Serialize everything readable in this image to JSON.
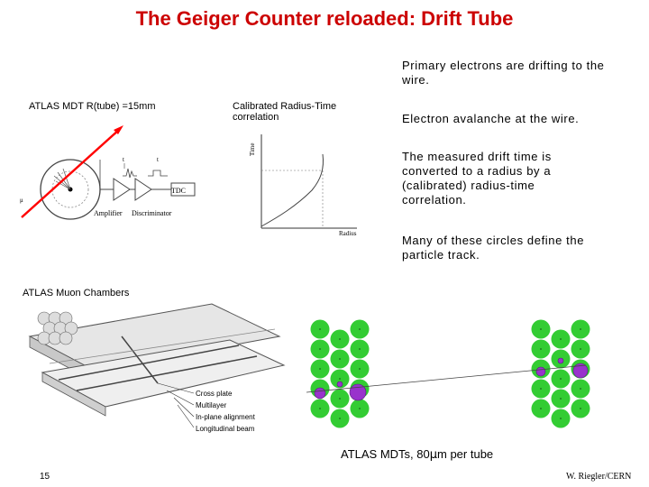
{
  "slide": {
    "title": "The Geiger Counter reloaded: Drift Tube",
    "mdt_label": "ATLAS MDT R(tube) =15mm",
    "calib_label": "Calibrated Radius-Time correlation",
    "chambers_label": "ATLAS Muon Chambers",
    "mdt_caption_pre": "ATLAS MDTs, 80",
    "mdt_caption_mu": "μ",
    "mdt_caption_post": "m per tube",
    "page_number": "15",
    "credit": "W. Riegler/CERN"
  },
  "bullets": [
    "Primary electrons are drifting to the wire.",
    "Electron avalanche at the wire.",
    "The measured drift time is converted to a radius by a (calibrated) radius-time correlation.",
    "Many of these circles define the particle track."
  ],
  "schematic": {
    "amplifier": "Amplifier",
    "discriminator": "Discriminator",
    "tdc": "TDC"
  },
  "rt_plot": {
    "ylabel": "Time",
    "xlabel": "Radius"
  },
  "chamber_diagram": {
    "cross_plate": "Cross plate",
    "multilayer": "Multilayer",
    "inplane": "In-plane alignment",
    "longbeam": "Longitudinal beam"
  },
  "colors": {
    "title": "#cc0000",
    "tube": "#33cc33",
    "hit": "#9933cc",
    "track_arrow": "#ff0000"
  }
}
